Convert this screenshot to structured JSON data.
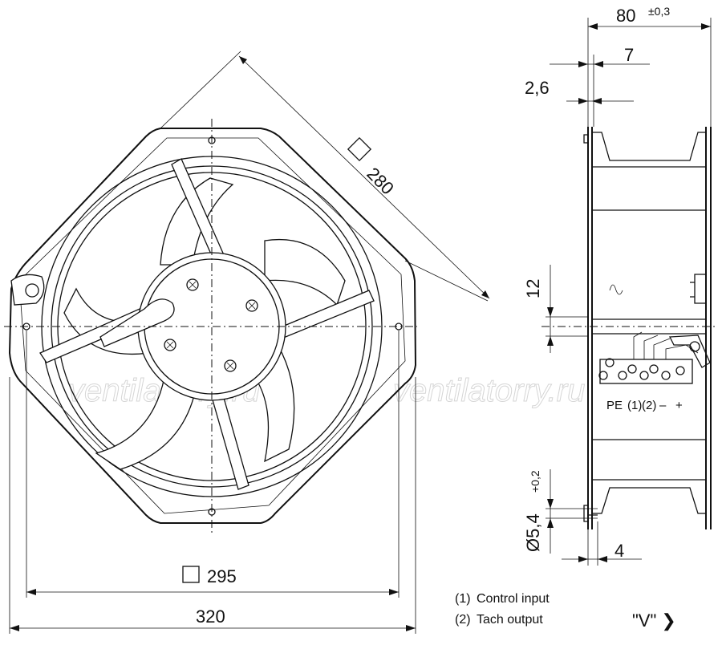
{
  "dimensions": {
    "square_280": "280",
    "square_295": "295",
    "width_320": "320",
    "depth": "80",
    "depth_tol": "±0,3",
    "flange_7": "7",
    "flange_26": "2,6",
    "hole_spacing_12": "12",
    "hole_dia": "Ø5,4",
    "hole_dia_tol": "+0,2",
    "flange_4": "4"
  },
  "terminal_labels": {
    "pe": "PE",
    "t1": "(1)",
    "t2": "(2)",
    "minus": "–",
    "plus": "+"
  },
  "legend": [
    {
      "key": "(1)",
      "text": "Control input"
    },
    {
      "key": "(2)",
      "text": "Tach output"
    }
  ],
  "view_label": "\"V\" ❯",
  "watermark": [
    "ventilatorry.ru",
    "ventilatorry.ru"
  ]
}
